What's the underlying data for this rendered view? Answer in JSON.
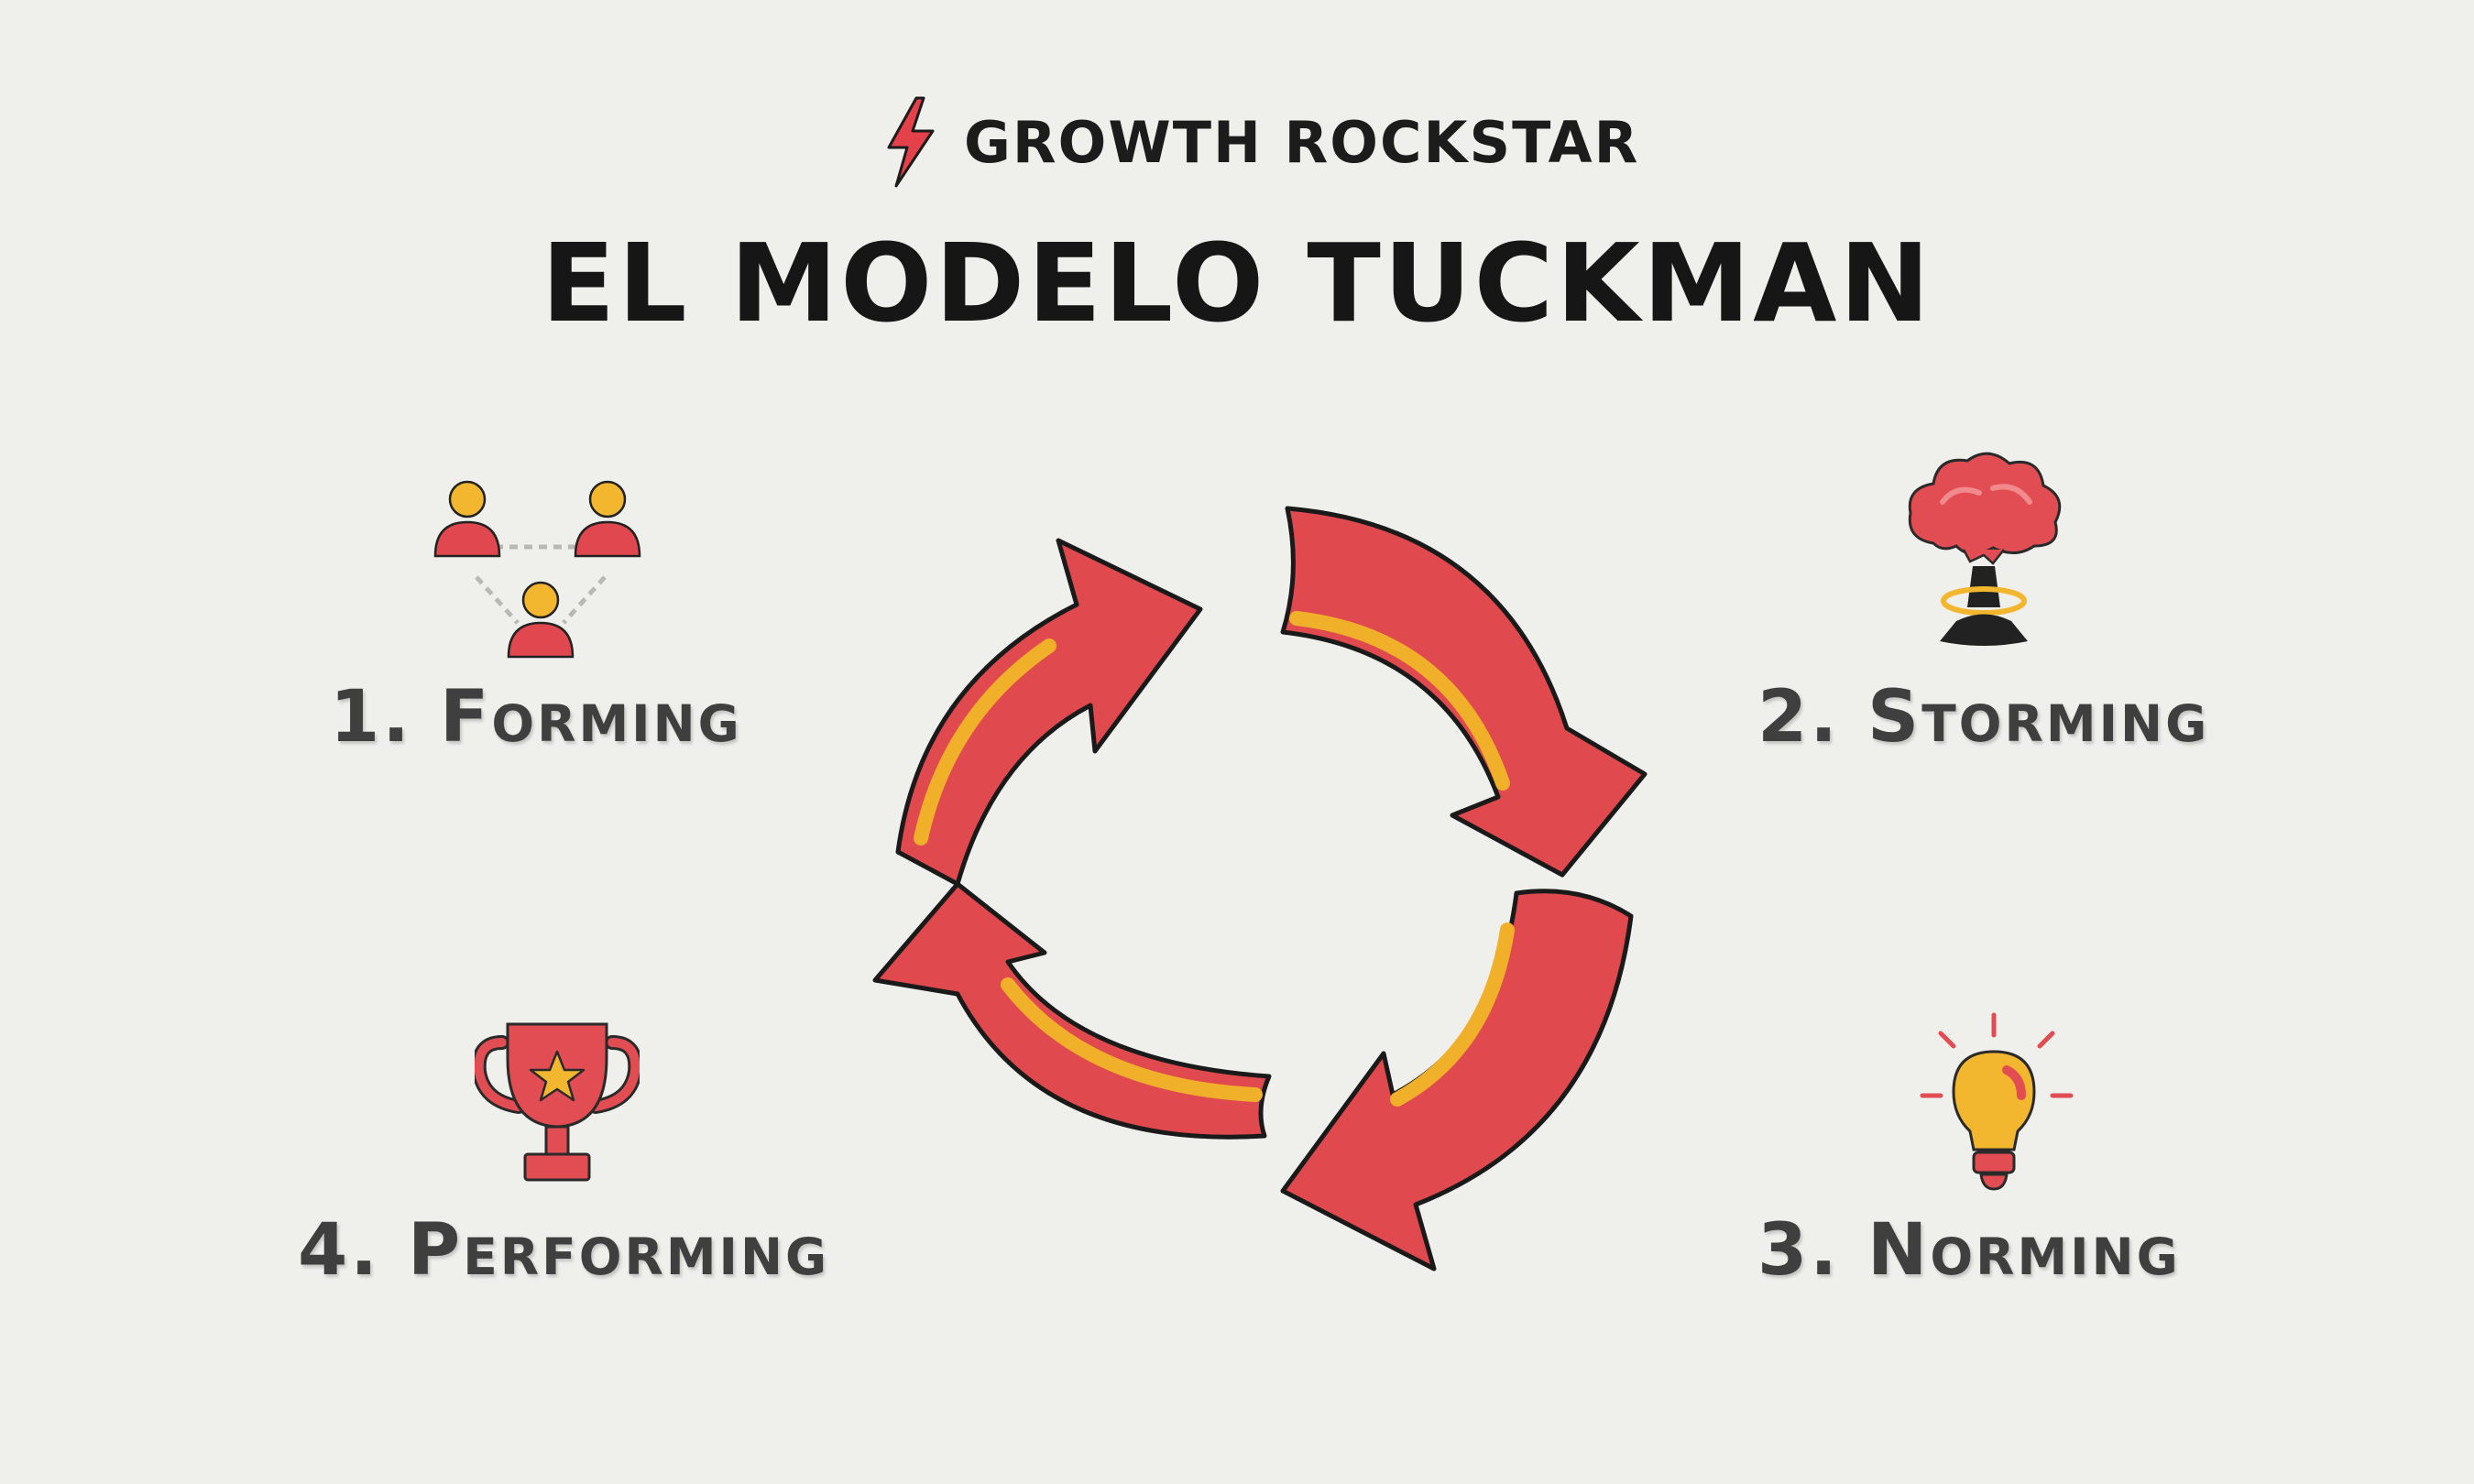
{
  "brand": {
    "name": "GROWTH ROCKSTAR",
    "icon": "lightning-bolt-icon"
  },
  "title": "EL MODELO TUCKMAN",
  "stages": [
    {
      "label": "1. Forming",
      "icon": "team-people-icon"
    },
    {
      "label": "2. Storming",
      "icon": "explosion-icon"
    },
    {
      "label": "3. Norming",
      "icon": "lightbulb-icon"
    },
    {
      "label": "4. Performing",
      "icon": "trophy-icon"
    }
  ],
  "colors": {
    "background": "#efefec",
    "arrow_red": "#e04a4e",
    "arrow_yellow": "#f0b02a",
    "text_dark": "#161616",
    "label_gray": "#3f3f3f"
  }
}
